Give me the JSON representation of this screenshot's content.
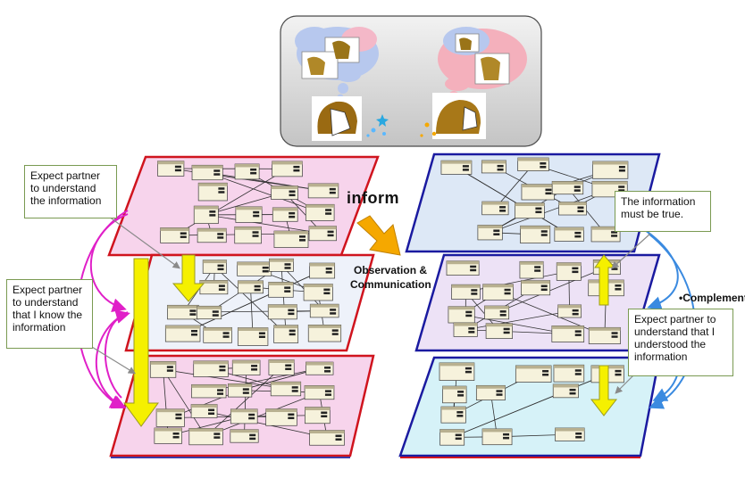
{
  "labels": {
    "inform": "inform",
    "observation_line1": "Observation &",
    "observation_line2": "Communication",
    "complement": "•Complement"
  },
  "callouts": {
    "left_top": "Expect partner\nto understand\nthe information",
    "left_bottom": "Expect partner\nto understand\nthat I know the\ninformation",
    "right_top": "The information\nmust be true.",
    "right_bottom": "Expect partner to\nunderstand that I\nunderstood the\ninformation"
  },
  "colors": {
    "left_layer_border": "#d0141e",
    "right_layer_border": "#1a1aa0",
    "layer_fill_pink": "#f7d4ec",
    "layer_fill_light": "#eef2fa",
    "layer_fill_blue": "#dde8f6",
    "layer_fill_cyan": "#d6f2f8",
    "yellow_arrow": "#f5f000",
    "orange_arrow": "#f5a800",
    "magenta_arrow": "#e020c8",
    "blue_arrow": "#3a8ae0",
    "callout_border": "#7a9a52"
  },
  "icons": [
    "head-silhouette-icon",
    "thought-bubble-icon",
    "sparkle-icon"
  ]
}
